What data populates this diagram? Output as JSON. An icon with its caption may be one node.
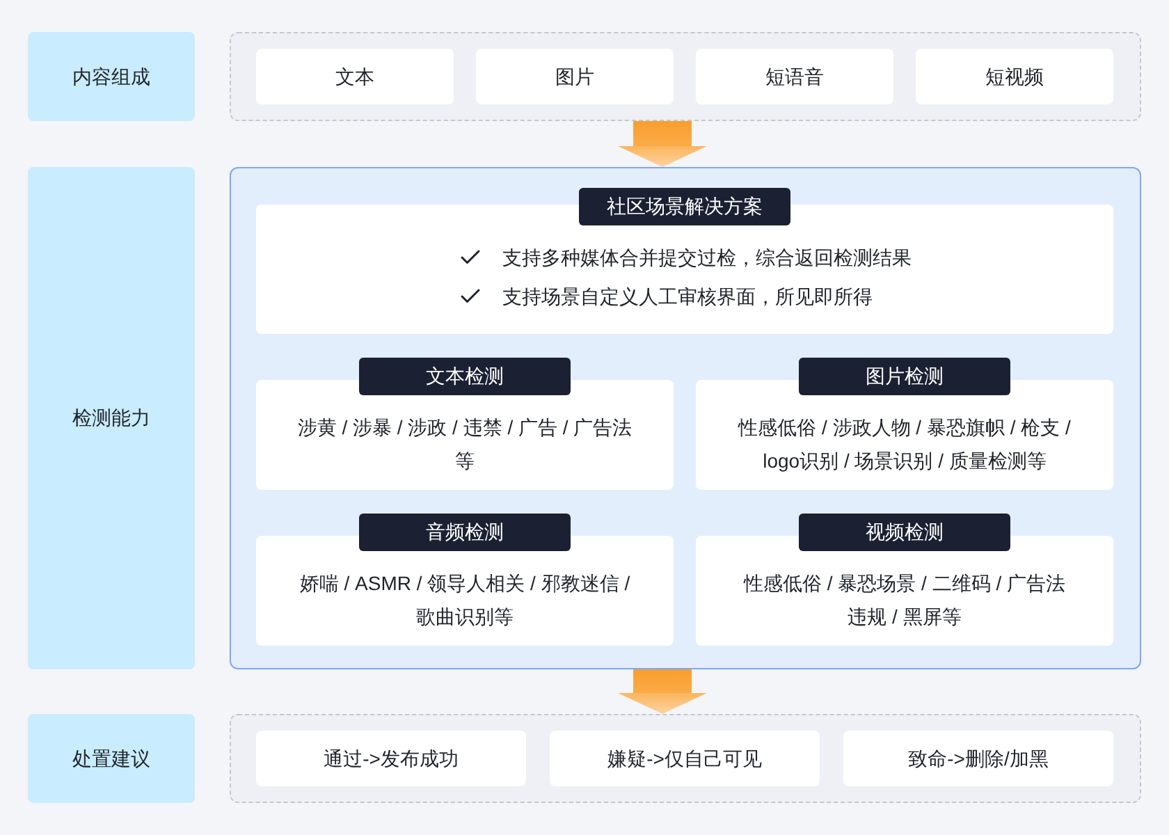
{
  "diagram": {
    "nodes": [
      {
        "text": [
          "内容组成"
        ]
      },
      {
        "text": [],
        "shape": "box"
      },
      {
        "text": [
          "文本"
        ],
        "in": 1
      },
      {
        "text": [
          "图片"
        ],
        "in": 1
      },
      {
        "text": [
          "短语音"
        ],
        "in": 1
      },
      {
        "text": [
          "短视频"
        ],
        "in": 1
      },
      {
        "text": [
          "检测能力"
        ]
      },
      {
        "text": [],
        "shape": "box"
      },
      {
        "text": [
          "社区场景解决方案",
          "支持多种媒体合并提交过检，综合返回检测结果",
          "支持场景自定义人工审核界面，所见即所得"
        ],
        "in": 7
      },
      {
        "text": [
          "文本检测",
          "涉黄 / 涉暴 / 涉政 / 违禁 / 广告 / 广告法等"
        ],
        "in": 7
      },
      {
        "text": [
          "图片检测",
          "性感低俗 / 涉政人物 / 暴恐旗帜 / 枪支 / logo识别 / 场景识别 / 质量检测等"
        ],
        "in": 7
      },
      {
        "text": [
          "音频检测",
          "娇喘 / ASMR / 领导人相关 / 邪教迷信 / 歌曲识别等"
        ],
        "in": 7
      },
      {
        "text": [
          "视频检测",
          "性感低俗 / 暴恐场景 / 二维码 / 广告法违规 / 黑屏等"
        ],
        "in": 7
      },
      {
        "text": [
          "处置建议"
        ]
      },
      {
        "text": [],
        "shape": "box"
      },
      {
        "text": [
          "通过->发布成功"
        ],
        "in": 14
      },
      {
        "text": [
          "嫌疑->仅自己可见"
        ],
        "in": 14
      },
      {
        "text": [
          "致命->删除/加黑"
        ],
        "in": 14
      }
    ],
    "edges": [
      {
        "from": 1,
        "to": 7,
        "arrow": "to",
        "style": "thick"
      },
      {
        "from": 7,
        "to": 14,
        "arrow": "to",
        "style": "thick"
      }
    ]
  }
}
